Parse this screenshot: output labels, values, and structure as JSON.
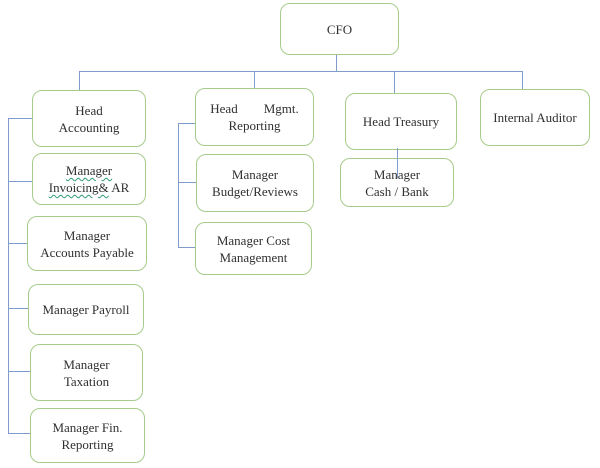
{
  "colors": {
    "box_border": "#a6cc8b",
    "box_fill": "#ffffff",
    "connector": "#7f9ccb",
    "text": "#303030",
    "spellcheck_underline": "#2f9b77"
  },
  "org_chart": {
    "type": "org-chart",
    "nodes": [
      {
        "id": "cfo",
        "label": "CFO",
        "parent": null
      },
      {
        "id": "head-accounting",
        "label": "Head\nAccounting",
        "parent": "cfo"
      },
      {
        "id": "head-mgmt-reporting",
        "label": "Head        Mgmt.\nReporting",
        "parent": "cfo"
      },
      {
        "id": "head-treasury",
        "label": "Head Treasury",
        "parent": "cfo"
      },
      {
        "id": "internal-auditor",
        "label": "Internal Auditor",
        "parent": "cfo"
      },
      {
        "id": "mgr-invoicing-ar",
        "label": "Manager\nInvoicing& AR",
        "parent": "head-accounting"
      },
      {
        "id": "mgr-accounts-payable",
        "label": "Manager\nAccounts Payable",
        "parent": "head-accounting"
      },
      {
        "id": "mgr-payroll",
        "label": "Manager Payroll",
        "parent": "head-accounting"
      },
      {
        "id": "mgr-taxation",
        "label": "Manager\nTaxation",
        "parent": "head-accounting"
      },
      {
        "id": "mgr-fin-reporting",
        "label": "Manager Fin.\nReporting",
        "parent": "head-accounting"
      },
      {
        "id": "mgr-budget-reviews",
        "label": "Manager\nBudget/Reviews",
        "parent": "head-mgmt-reporting"
      },
      {
        "id": "mgr-cost-management",
        "label": "Manager Cost\nManagement",
        "parent": "head-mgmt-reporting"
      },
      {
        "id": "mgr-cash-bank",
        "label": "Manager\nCash / Bank",
        "parent": "head-treasury"
      }
    ],
    "invoicing_parts": {
      "line1": "Manager",
      "line2_wavy": "Invoicing&",
      "line2_rest": " AR"
    }
  }
}
